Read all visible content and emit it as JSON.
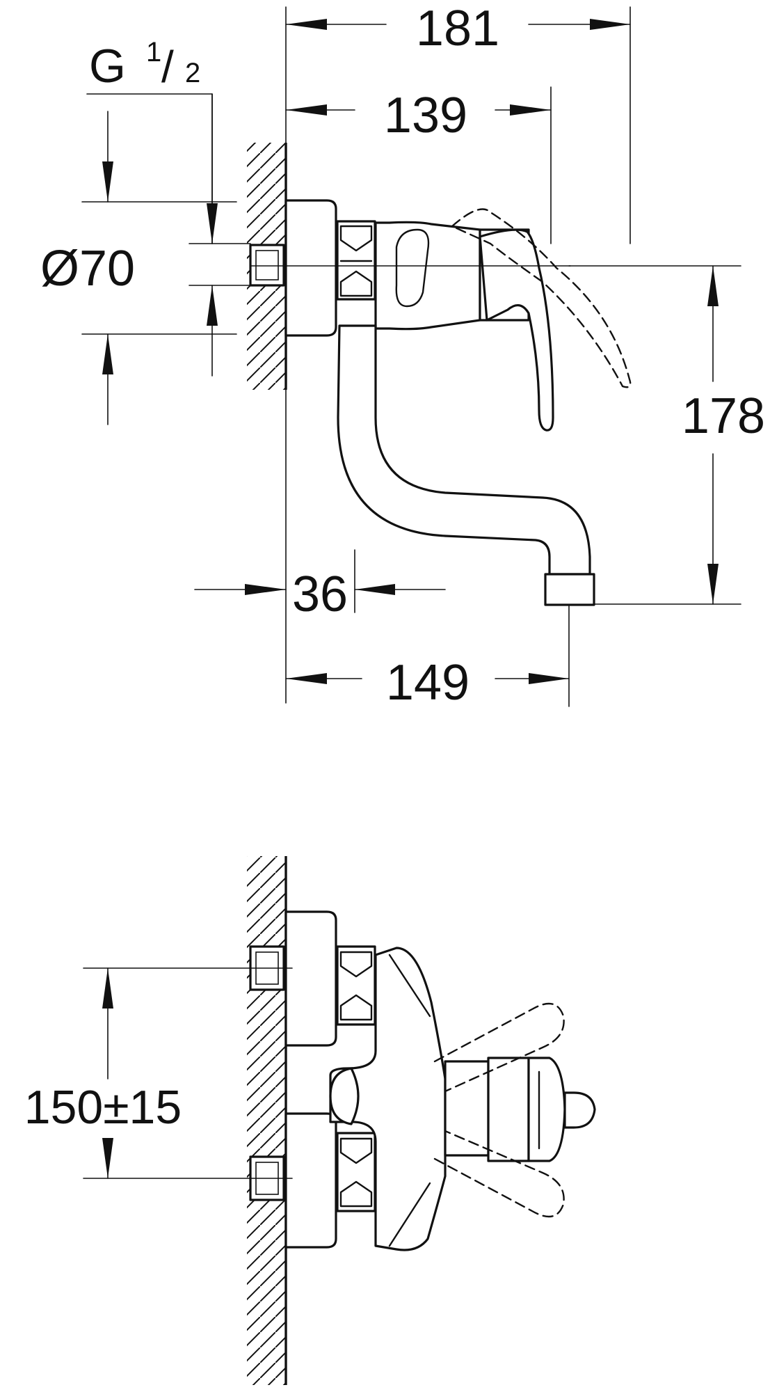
{
  "side_view": {
    "dim_overall_depth": "181",
    "dim_lever_depth": "139",
    "thread_prefix": "G",
    "thread_fraction_num": "1",
    "thread_fraction_sep": "/",
    "thread_fraction_den": "2",
    "dim_rosette_diameter": "Ø70",
    "dim_height": "178",
    "dim_wall_to_body": "36",
    "dim_spout_reach": "149"
  },
  "top_view": {
    "dim_inlet_spacing": "150±15"
  },
  "colors": {
    "line": "#111111",
    "background": "#ffffff"
  }
}
